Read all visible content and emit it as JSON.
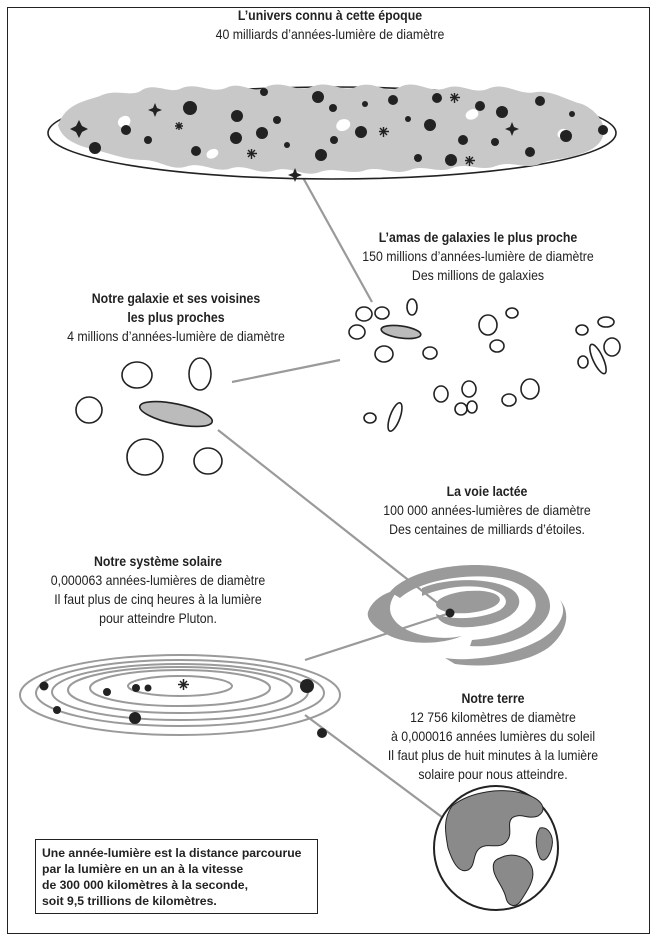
{
  "universe": {
    "title": "L’univers connu à cette époque",
    "lines": [
      "40 milliards d’années-lumière de diamètre"
    ]
  },
  "cluster": {
    "title": "L’amas de galaxies le plus proche",
    "lines": [
      "150 millions d’années-lumière de diamètre",
      "Des millions de galaxies"
    ]
  },
  "local_group": {
    "title_lines": [
      "Notre galaxie et ses voisines",
      "les plus proches"
    ],
    "lines": [
      "4 millions d’années-lumière de diamètre"
    ]
  },
  "milky_way": {
    "title": "La voie lactée",
    "lines": [
      "100 000 années-lumières de diamètre",
      "Des centaines de milliards d’étoiles."
    ]
  },
  "solar_system": {
    "title": "Notre système solaire",
    "lines": [
      "0,000063 années-lumières de diamètre",
      "Il faut plus de cinq heures à la lumière",
      "pour atteindre Pluton."
    ]
  },
  "earth": {
    "title": "Notre terre",
    "lines": [
      "12 756 kilomètres de diamètre",
      "à 0,000016 années lumières du soleil",
      "Il faut plus de huit minutes à la lumière",
      "solaire pour nous atteindre."
    ]
  },
  "note": {
    "lines": [
      "Une année-lumière est la distance parcourue",
      "par la lumière en un an à la vitesse",
      "de 300 000 kilomètres à la seconde,",
      "soit 9,5 trillions de kilomètres."
    ]
  },
  "colors": {
    "ink": "#222222",
    "gray": "#9a9a9a",
    "light_gray": "#c8c8c8",
    "ocean": "#ffffff",
    "land": "#8a8a8a"
  }
}
